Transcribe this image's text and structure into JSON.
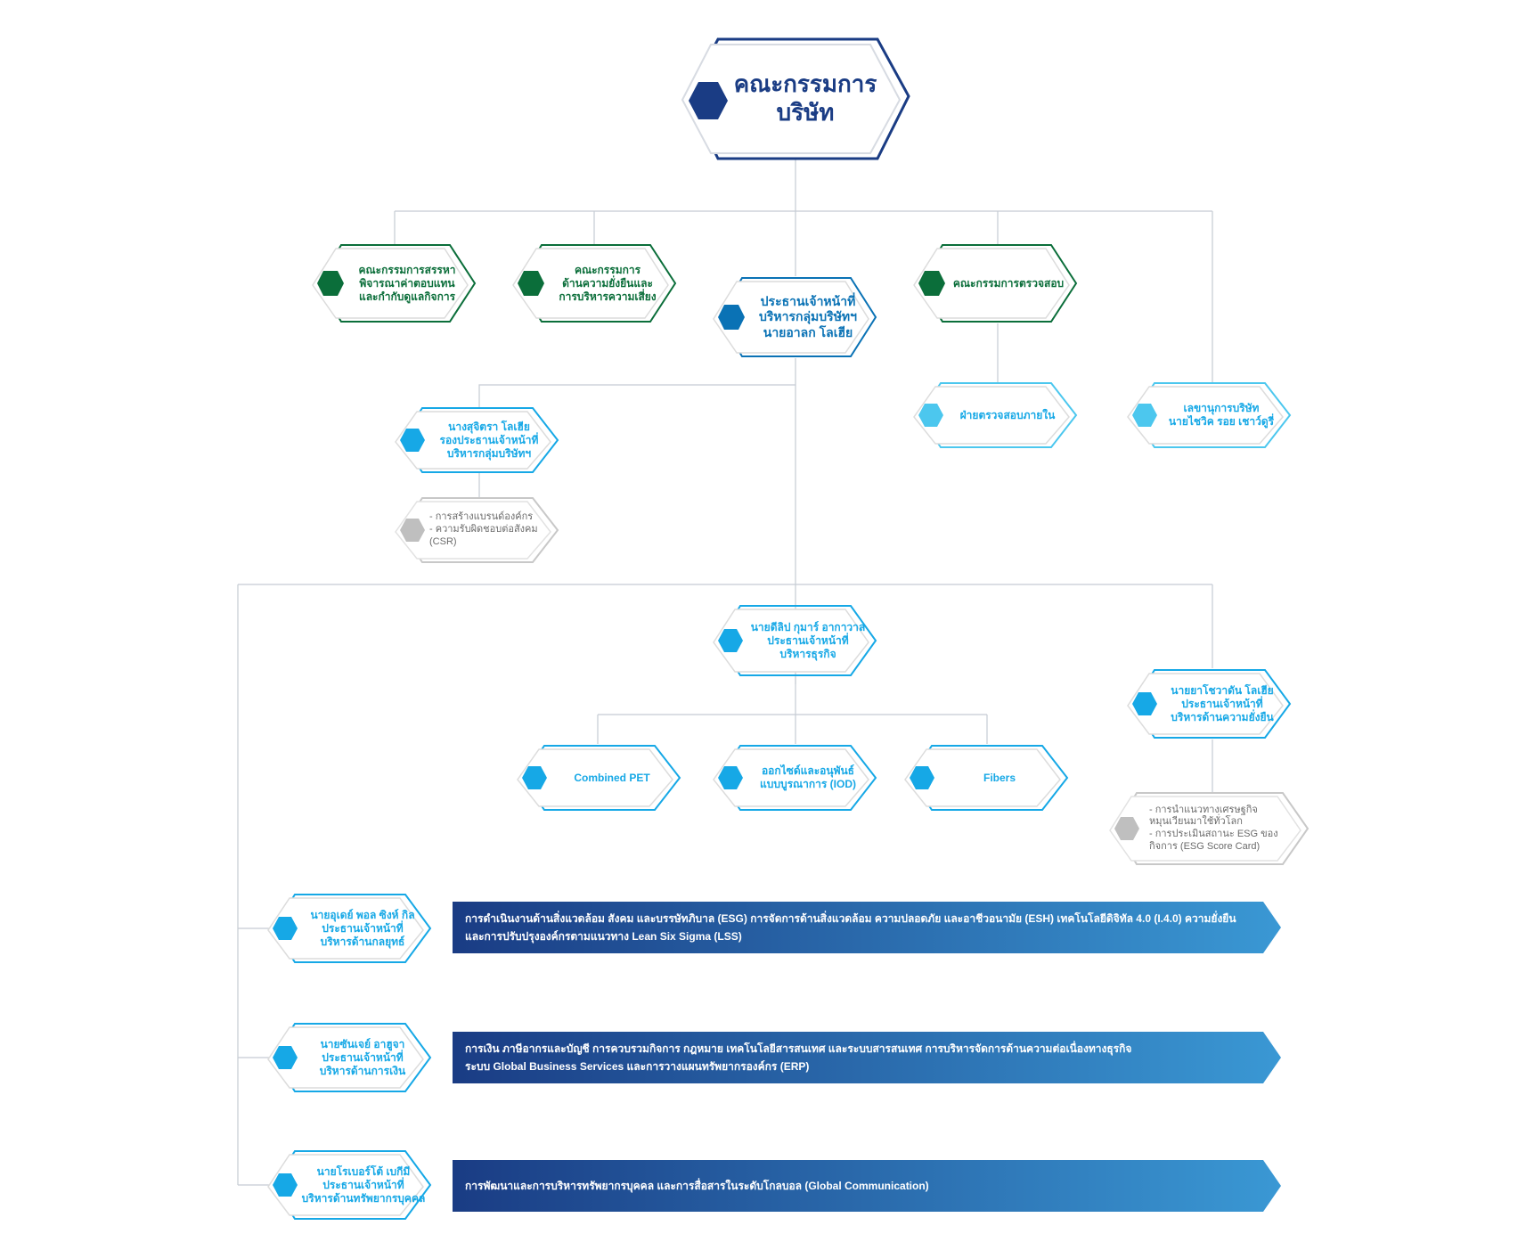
{
  "colors": {
    "navy": "#1a3c84",
    "green": "#0b6e3a",
    "blue": "#0a72b5",
    "cyan": "#16a8e6",
    "light_cyan": "#4cc7ee",
    "gray": "#bfbfbf",
    "line": "#c5cbd3"
  },
  "board": {
    "title": "คณะกรรมการ\nบริษัท"
  },
  "committees": {
    "nomination": "คณะกรรมการสรรหา\nพิจารณาค่าตอบแทน\nและกำกับดูแลกิจการ",
    "sustainability": "คณะกรรมการ\nด้านความยั่งยืนและ\nการบริหารความเสี่ยง",
    "audit": "คณะกรรมการตรวจสอบ"
  },
  "ceo": {
    "label": "ประธานเจ้าหน้าที่\nบริหารกลุ่มบริษัทฯ\nนายอาลก โลเฮีย"
  },
  "internal_audit": {
    "label": "ฝ่ายตรวจสอบภายใน"
  },
  "secretary": {
    "label": "เลขานุการบริษัท\nนายไชวิค รอย เชาว์ดูรี่"
  },
  "vice_ceo": {
    "label": "นางสุจิตรา โลเฮีย\nรองประธานเจ้าหน้าที่\nบริหารกลุ่มบริษัทฯ"
  },
  "vice_ceo_duties": {
    "label": "- การสร้างแบรนด์องค์กร\n- ความรับผิดชอบต่อสังคม\n  (CSR)"
  },
  "coo": {
    "label": "นายดีลิป กุมาร์ อากาวาล\nประธานเจ้าหน้าที่\nบริหารธุรกิจ"
  },
  "business_units": {
    "combined_pet": "Combined PET",
    "iod": "ออกไซด์และอนุพันธ์\nแบบบูรณาการ (IOD)",
    "fibers": "Fibers"
  },
  "cso": {
    "label": "นายยาโชวาดัน โลเฮีย\nประธานเจ้าหน้าที่\nบริหารด้านความยั่งยืน"
  },
  "cso_duties": {
    "label": "- การนำแนวทางเศรษฐกิจ\n  หมุนเวียนมาใช้ทั่วโลก\n- การประเมินสถานะ ESG ของ\n  กิจการ (ESG Score Card)"
  },
  "executives": [
    {
      "label": "นายอุเดย์ พอล ซิงห์ กิล\nประธานเจ้าหน้าที่\nบริหารด้านกลยุทธ์",
      "duties": "การดำเนินงานด้านสิ่งแวดล้อม สังคม และบรรษัทภิบาล (ESG) การจัดการด้านสิ่งแวดล้อม ความปลอดภัย และอาชีวอนามัย (ESH) เทคโนโลยีดิจิทัล 4.0 (I.4.0) ความยั่งยืน\nและการปรับปรุงองค์กรตามแนวทาง Lean Six Sigma (LSS)"
    },
    {
      "label": "นายซันเจย์ อาฮูจา\nประธานเจ้าหน้าที่\nบริหารด้านการเงิน",
      "duties": "การเงิน ภาษีอากรและบัญชี การควบรวมกิจการ กฎหมาย เทคโนโลยีสารสนเทศ และระบบสารสนเทศ การบริหารจัดการด้านความต่อเนื่องทางธุรกิจ\nระบบ Global Business Services และการวางแผนทรัพยากรองค์กร (ERP)"
    },
    {
      "label": "นายโรเบอร์โต้ เบกีมี\nประธานเจ้าหน้าที่\nบริหารด้านทรัพยากรบุคคล",
      "duties": "การพัฒนาและการบริหารทรัพยากรบุคคล และการสื่อสารในระดับโกลบอล (Global Communication)"
    }
  ]
}
